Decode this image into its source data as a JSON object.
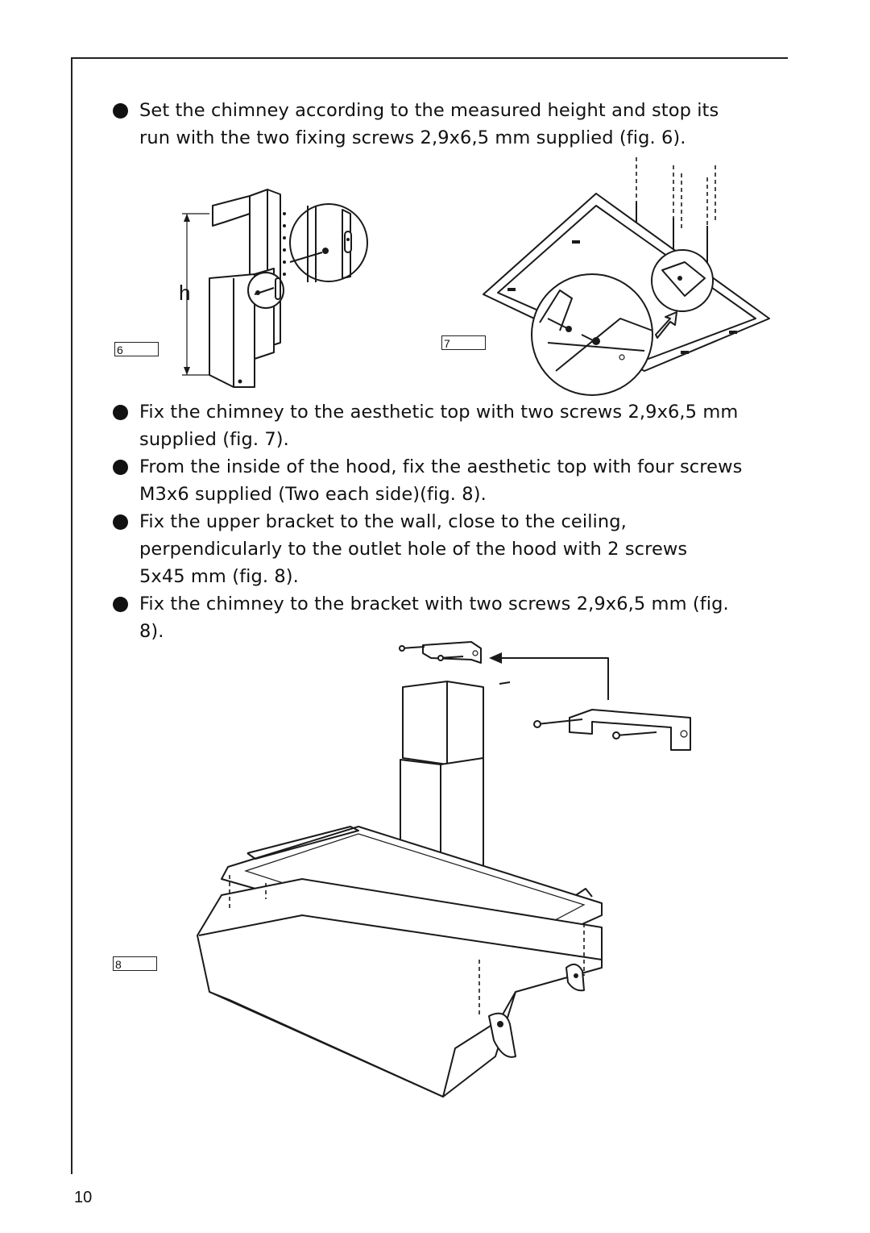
{
  "instructions": [
    {
      "text": "Set the chimney according to the measured height and stop its run with the two fixing screws 2,9x6,5 mm supplied (fig. 6)."
    },
    {
      "text": "Fix the chimney to the aesthetic top with two screws 2,9x6,5 mm supplied (fig. 7)."
    },
    {
      "text": "From the inside of the hood, fix the aesthetic top with four screws M3x6 supplied (Two each side)(fig. 8)."
    },
    {
      "text": "Fix the upper bracket to the wall, close to the ceiling, perpendicularly to the outlet hole of the hood with 2 screws 5x45 mm (fig. 8)."
    },
    {
      "text": "Fix the chimney to the bracket with two screws 2,9x6,5 mm (fig. 8)."
    }
  ],
  "figures": {
    "fig6": {
      "label": "6",
      "dimension_label": "h"
    },
    "fig7": {
      "label": "7"
    },
    "fig8": {
      "label": "8"
    }
  },
  "page_number": "10"
}
